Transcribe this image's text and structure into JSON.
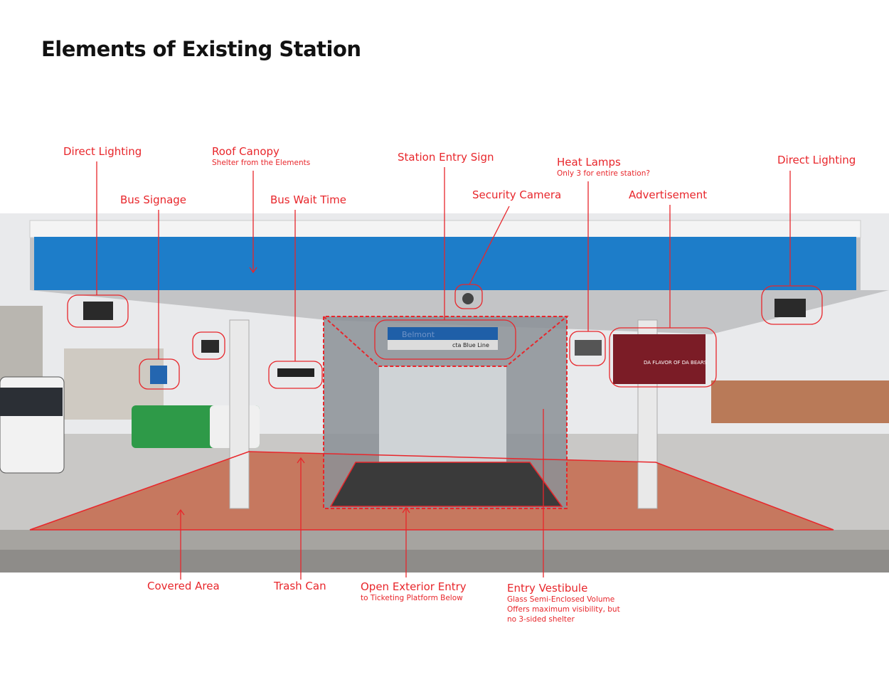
{
  "title": "Elements of Existing Station",
  "accent_color": "#e8262b",
  "annotations": {
    "direct_lighting_left": {
      "label": "Direct Lighting"
    },
    "bus_signage": {
      "label": "Bus Signage"
    },
    "roof_canopy": {
      "label": "Roof Canopy",
      "sub": "Shelter from the Elements"
    },
    "bus_wait_time": {
      "label": "Bus Wait Time"
    },
    "station_entry_sign": {
      "label": "Station Entry Sign"
    },
    "security_camera": {
      "label": "Security Camera"
    },
    "heat_lamps": {
      "label": "Heat Lamps",
      "sub": "Only 3 for entire station?"
    },
    "advertisement": {
      "label": "Advertisement"
    },
    "direct_lighting_right": {
      "label": "Direct Lighting"
    },
    "covered_area": {
      "label": "Covered Area"
    },
    "trash_can": {
      "label": "Trash Can"
    },
    "open_exterior_entry": {
      "label": "Open Exterior Entry",
      "sub": "to Ticketing Platform Below"
    },
    "entry_vestibule": {
      "label": "Entry Vestibule",
      "sub1": "Glass Semi-Enclosed Volume",
      "sub2": "Offers maximum visibility, but",
      "sub3": "no 3-sided shelter"
    }
  },
  "photo_signs": {
    "station_sign": "Belmont",
    "line_name": "cta Blue Line",
    "ad_text": "DA FLAVOR OF DA BEARS"
  }
}
